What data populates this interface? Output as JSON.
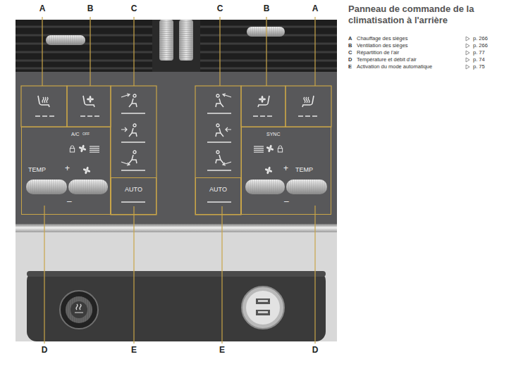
{
  "diagram": {
    "title": "Panneau de commande de la climatisation à l'arrière",
    "nodes": [
      {
        "text": [
          "A/C",
          "OFF",
          "TEMP",
          "+",
          "–"
        ]
      },
      {
        "text": [
          "AUTO"
        ]
      },
      {
        "text": [
          "AUTO"
        ]
      },
      {
        "text": [
          "SYNC",
          "+",
          "TEMP",
          "–"
        ]
      }
    ],
    "labels": [
      "A",
      "B",
      "C",
      "C",
      "B",
      "A",
      "D",
      "E",
      "E",
      "D",
      "A",
      "Chauffage des sièges",
      "p. 266",
      "B",
      "Ventilation des sièges",
      "p. 266",
      "C",
      "Répartition de l'air",
      "p. 77",
      "D",
      "Température et débit d'air",
      "p. 74",
      "E",
      "Activation du mode automatique",
      "p. 75"
    ]
  }
}
